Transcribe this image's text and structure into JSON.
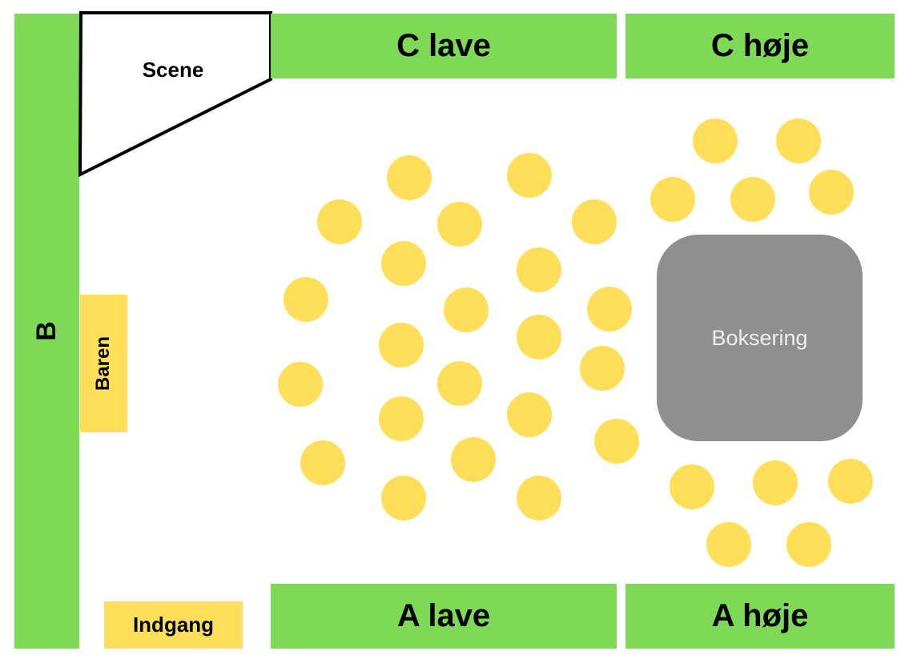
{
  "colors": {
    "section": "#7ed957",
    "table": "#ffde59",
    "ring": "#8f8f8f",
    "stage_outline": "#000000"
  },
  "labels": {
    "stage": "Scene",
    "c_low": "C lave",
    "c_high": "C høje",
    "a_low": "A lave",
    "a_high": "A høje",
    "b": "B",
    "bar": "Baren",
    "entrance": "Indgang",
    "ring": "Boksering"
  }
}
